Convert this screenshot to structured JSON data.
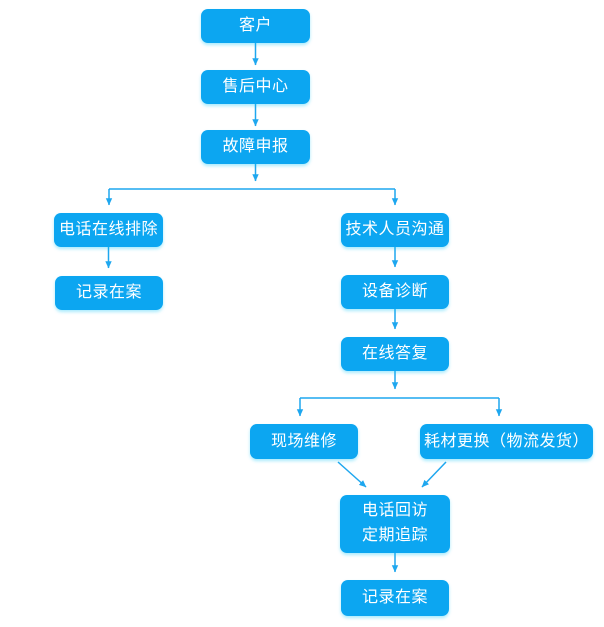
{
  "colors": {
    "node_fill": "#0ca6f1",
    "node_text": "#ffffff",
    "connector": "#1ea7ef",
    "background": "#ffffff"
  },
  "nodes": {
    "customer": {
      "label": "客户"
    },
    "aftersales_center": {
      "label": "售后中心"
    },
    "fault_report": {
      "label": "故障申报"
    },
    "phone_troubleshoot": {
      "label": "电话在线排除"
    },
    "record_left": {
      "label": "记录在案"
    },
    "tech_communication": {
      "label": "技术人员沟通"
    },
    "device_diagnosis": {
      "label": "设备诊断"
    },
    "online_reply": {
      "label": "在线答复"
    },
    "onsite_repair": {
      "label": "现场维修"
    },
    "consumable_replace": {
      "label": "耗材更换（物流发货）"
    },
    "follow_up": {
      "line1": "电话回访",
      "line2": "定期追踪"
    },
    "record_bottom": {
      "label": "记录在案"
    }
  },
  "edges": [
    {
      "from": "customer",
      "to": "aftersales_center"
    },
    {
      "from": "aftersales_center",
      "to": "fault_report"
    },
    {
      "from": "fault_report",
      "to": "phone_troubleshoot"
    },
    {
      "from": "fault_report",
      "to": "tech_communication"
    },
    {
      "from": "phone_troubleshoot",
      "to": "record_left"
    },
    {
      "from": "tech_communication",
      "to": "device_diagnosis"
    },
    {
      "from": "device_diagnosis",
      "to": "online_reply"
    },
    {
      "from": "online_reply",
      "to": "onsite_repair"
    },
    {
      "from": "online_reply",
      "to": "consumable_replace"
    },
    {
      "from": "onsite_repair",
      "to": "follow_up"
    },
    {
      "from": "consumable_replace",
      "to": "follow_up"
    },
    {
      "from": "follow_up",
      "to": "record_bottom"
    }
  ]
}
